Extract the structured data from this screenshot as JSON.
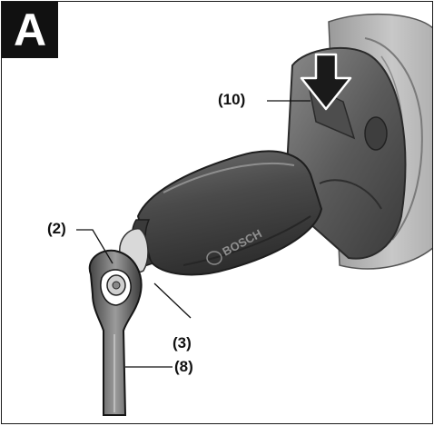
{
  "figure": {
    "badge": "A",
    "callouts": {
      "c10": "(10)",
      "c2": "(2)",
      "c3": "(3)",
      "c8": "(8)"
    },
    "brand_text": "BOSCH"
  }
}
